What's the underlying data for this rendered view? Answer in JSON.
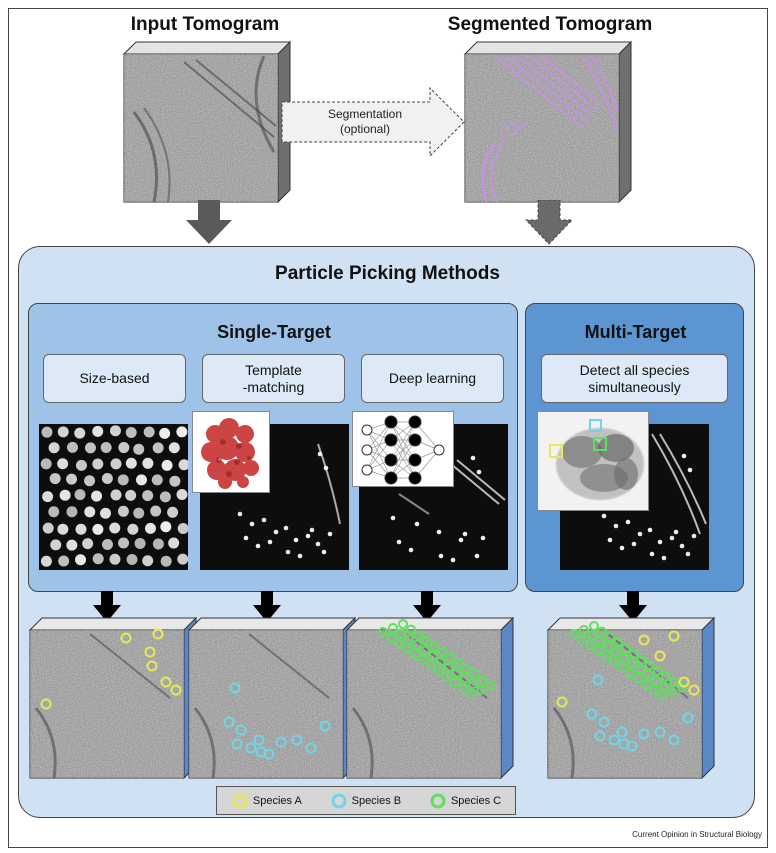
{
  "titles": {
    "input": "Input Tomogram",
    "segmented": "Segmented Tomogram",
    "segmentation_line1": "Segmentation",
    "segmentation_line2": "(optional)",
    "methods": "Particle Picking Methods",
    "single_target": "Single-Target",
    "multi_target": "Multi-Target"
  },
  "methods": {
    "size_based": "Size-based",
    "template_line1": "Template",
    "template_line2": "-matching",
    "deep_learning": "Deep learning",
    "multi_line1": "Detect all species",
    "multi_line2": "simultaneously"
  },
  "legend": [
    {
      "label": "Species A",
      "color": "#e8e85a"
    },
    {
      "label": "Species B",
      "color": "#6fd6e6"
    },
    {
      "label": "Species C",
      "color": "#5ee05e"
    }
  ],
  "credit": "Current Opinion in Structural Biology",
  "colors": {
    "panel_outer": "#cfe1f2",
    "single_panel": "#9fc3e8",
    "multi_panel": "#5d95d3",
    "segment_membrane": "#c890e0"
  }
}
